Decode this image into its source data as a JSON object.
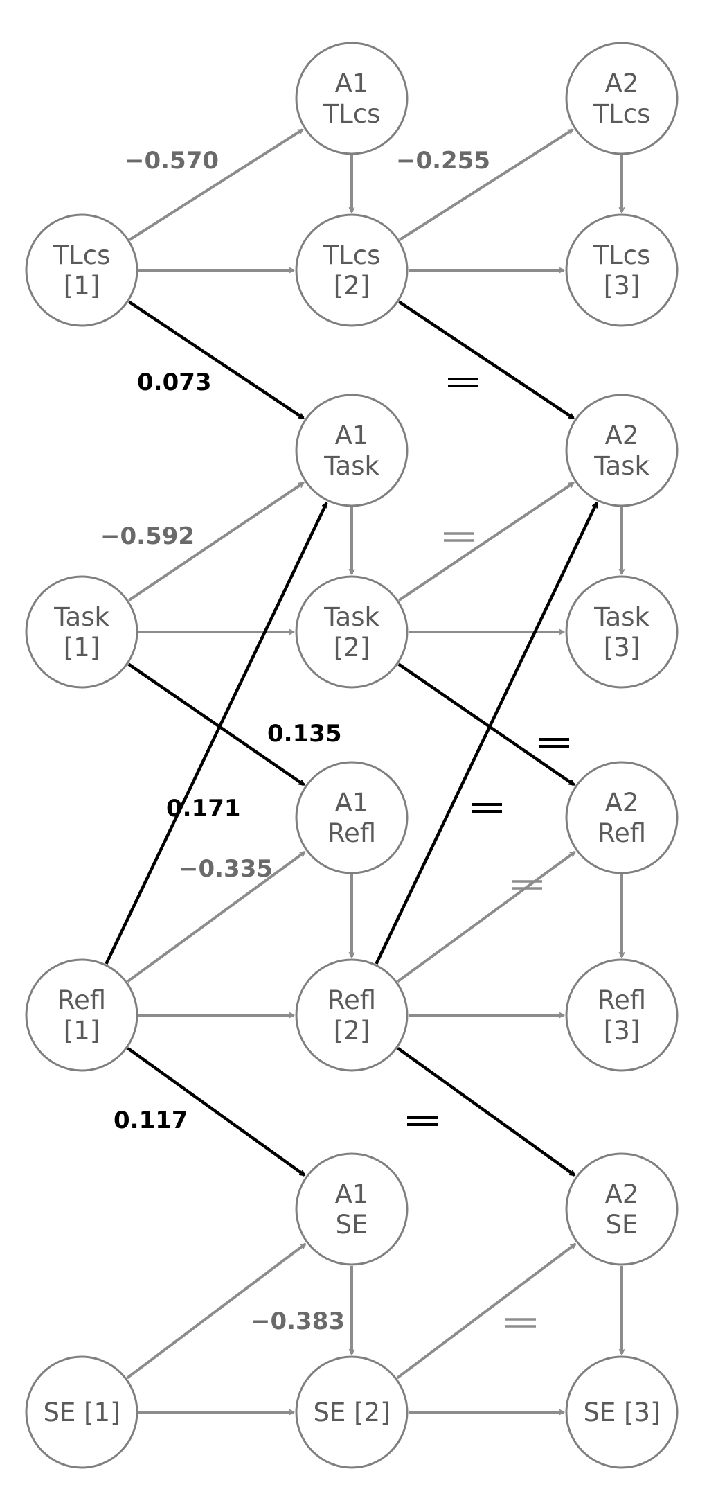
{
  "colors": {
    "gray": "#8c8c8c",
    "black": "#000000",
    "node_stroke": "#7f7f7f",
    "text": "#5a5a5a"
  },
  "nodes": [
    {
      "id": "A1-TLcs",
      "lines": [
        "A1",
        "TLcs"
      ]
    },
    {
      "id": "A2-TLcs",
      "lines": [
        "A2",
        "TLcs"
      ]
    },
    {
      "id": "TLcs-1",
      "lines": [
        "TLcs",
        "[1]"
      ]
    },
    {
      "id": "TLcs-2",
      "lines": [
        "TLcs",
        "[2]"
      ]
    },
    {
      "id": "TLcs-3",
      "lines": [
        "TLcs",
        "[3]"
      ]
    },
    {
      "id": "A1-Task",
      "lines": [
        "A1",
        "Task"
      ]
    },
    {
      "id": "A2-Task",
      "lines": [
        "A2",
        "Task"
      ]
    },
    {
      "id": "Task-1",
      "lines": [
        "Task",
        "[1]"
      ]
    },
    {
      "id": "Task-2",
      "lines": [
        "Task",
        "[2]"
      ]
    },
    {
      "id": "Task-3",
      "lines": [
        "Task",
        "[3]"
      ]
    },
    {
      "id": "A1-Refl",
      "lines": [
        "A1",
        "Refl"
      ]
    },
    {
      "id": "A2-Refl",
      "lines": [
        "A2",
        "Refl"
      ]
    },
    {
      "id": "Refl-1",
      "lines": [
        "Refl",
        "[1]"
      ]
    },
    {
      "id": "Refl-2",
      "lines": [
        "Refl",
        "[2]"
      ]
    },
    {
      "id": "Refl-3",
      "lines": [
        "Refl",
        "[3]"
      ]
    },
    {
      "id": "A1-SE",
      "lines": [
        "A1",
        "SE"
      ]
    },
    {
      "id": "A2-SE",
      "lines": [
        "A2",
        "SE"
      ]
    },
    {
      "id": "SE-1",
      "lines": [
        "SE [1]"
      ]
    },
    {
      "id": "SE-2",
      "lines": [
        "SE [2]"
      ]
    },
    {
      "id": "SE-3",
      "lines": [
        "SE [3]"
      ]
    }
  ],
  "edges": [
    {
      "from": "TLcs-1",
      "to": "A1-TLcs",
      "style": "gray"
    },
    {
      "from": "TLcs-1",
      "to": "TLcs-2",
      "style": "gray"
    },
    {
      "from": "A1-TLcs",
      "to": "TLcs-2",
      "style": "gray"
    },
    {
      "from": "TLcs-2",
      "to": "A2-TLcs",
      "style": "gray"
    },
    {
      "from": "TLcs-2",
      "to": "TLcs-3",
      "style": "gray"
    },
    {
      "from": "A2-TLcs",
      "to": "TLcs-3",
      "style": "gray"
    },
    {
      "from": "TLcs-1",
      "to": "A1-Task",
      "style": "black"
    },
    {
      "from": "TLcs-2",
      "to": "A2-Task",
      "style": "black"
    },
    {
      "from": "Task-1",
      "to": "A1-Task",
      "style": "gray"
    },
    {
      "from": "Task-1",
      "to": "Task-2",
      "style": "gray"
    },
    {
      "from": "A1-Task",
      "to": "Task-2",
      "style": "gray"
    },
    {
      "from": "Task-2",
      "to": "A2-Task",
      "style": "gray"
    },
    {
      "from": "Task-2",
      "to": "Task-3",
      "style": "gray"
    },
    {
      "from": "A2-Task",
      "to": "Task-3",
      "style": "gray"
    },
    {
      "from": "Task-1",
      "to": "A1-Refl",
      "style": "black"
    },
    {
      "from": "Task-2",
      "to": "A2-Refl",
      "style": "black"
    },
    {
      "from": "Refl-1",
      "to": "A1-Refl",
      "style": "gray"
    },
    {
      "from": "Refl-1",
      "to": "Refl-2",
      "style": "gray"
    },
    {
      "from": "A1-Refl",
      "to": "Refl-2",
      "style": "gray"
    },
    {
      "from": "Refl-2",
      "to": "A2-Refl",
      "style": "gray"
    },
    {
      "from": "Refl-2",
      "to": "Refl-3",
      "style": "gray"
    },
    {
      "from": "A2-Refl",
      "to": "Refl-3",
      "style": "gray"
    },
    {
      "from": "Refl-1",
      "to": "A1-Task",
      "style": "black"
    },
    {
      "from": "Refl-2",
      "to": "A2-Task",
      "style": "black"
    },
    {
      "from": "Refl-1",
      "to": "A1-SE",
      "style": "black"
    },
    {
      "from": "Refl-2",
      "to": "A2-SE",
      "style": "black"
    },
    {
      "from": "SE-1",
      "to": "A1-SE",
      "style": "gray"
    },
    {
      "from": "SE-1",
      "to": "SE-2",
      "style": "gray"
    },
    {
      "from": "A1-SE",
      "to": "SE-2",
      "style": "gray"
    },
    {
      "from": "SE-2",
      "to": "A2-SE",
      "style": "gray"
    },
    {
      "from": "SE-2",
      "to": "SE-3",
      "style": "gray"
    },
    {
      "from": "A2-SE",
      "to": "SE-3",
      "style": "gray"
    }
  ],
  "labels": [
    {
      "id": "lbl-tlcs-a1",
      "text": "−0.570",
      "style": "gray"
    },
    {
      "id": "lbl-tlcs-a2",
      "text": "−0.255",
      "style": "gray"
    },
    {
      "id": "lbl-tlcs-task",
      "text": "0.073",
      "style": "black"
    },
    {
      "id": "lbl-task-a1",
      "text": "−0.592",
      "style": "gray"
    },
    {
      "id": "lbl-task-refl",
      "text": "0.135",
      "style": "black"
    },
    {
      "id": "lbl-refl-task",
      "text": "0.171",
      "style": "black"
    },
    {
      "id": "lbl-refl-a1",
      "text": "−0.335",
      "style": "gray"
    },
    {
      "id": "lbl-refl-se",
      "text": "0.117",
      "style": "black"
    },
    {
      "id": "lbl-se-a1",
      "text": "−0.383",
      "style": "gray"
    }
  ],
  "equals": [
    {
      "id": "eq-tlcs-task",
      "style": "black"
    },
    {
      "id": "eq-task-a2",
      "style": "gray"
    },
    {
      "id": "eq-task-refl",
      "style": "black"
    },
    {
      "id": "eq-refl-task",
      "style": "black"
    },
    {
      "id": "eq-refl-a2",
      "style": "gray"
    },
    {
      "id": "eq-refl-se",
      "style": "black"
    },
    {
      "id": "eq-se-a2",
      "style": "gray"
    }
  ]
}
